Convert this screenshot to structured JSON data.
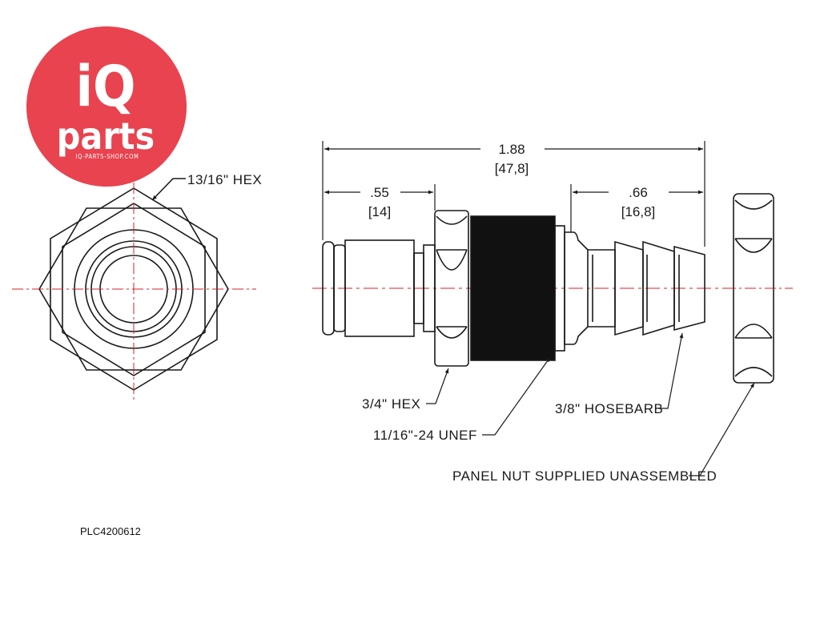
{
  "logo": {
    "mark": "iQ",
    "word": "parts",
    "site": "IQ-PARTS-SHOP.COM",
    "color": "#e8434f"
  },
  "part_number": "PLC4200612",
  "callouts": {
    "front_hex": "13/16\" HEX",
    "body_hex": "3/4\" HEX",
    "thread": "11/16\"-24 UNEF",
    "hosebarb": "3/8\" HOSEBARB",
    "panel_nut": "PANEL NUT SUPPLIED UNASSEMBLED"
  },
  "dimensions": {
    "overall": {
      "inch": "1.88",
      "mm": "[47,8]"
    },
    "left": {
      "inch": ".55",
      "mm": "[14]"
    },
    "right": {
      "inch": ".66",
      "mm": "[16,8]"
    }
  },
  "colors": {
    "line": "#1a1a1a",
    "centerline": "#d6212a",
    "thread_fill": "#111111"
  }
}
